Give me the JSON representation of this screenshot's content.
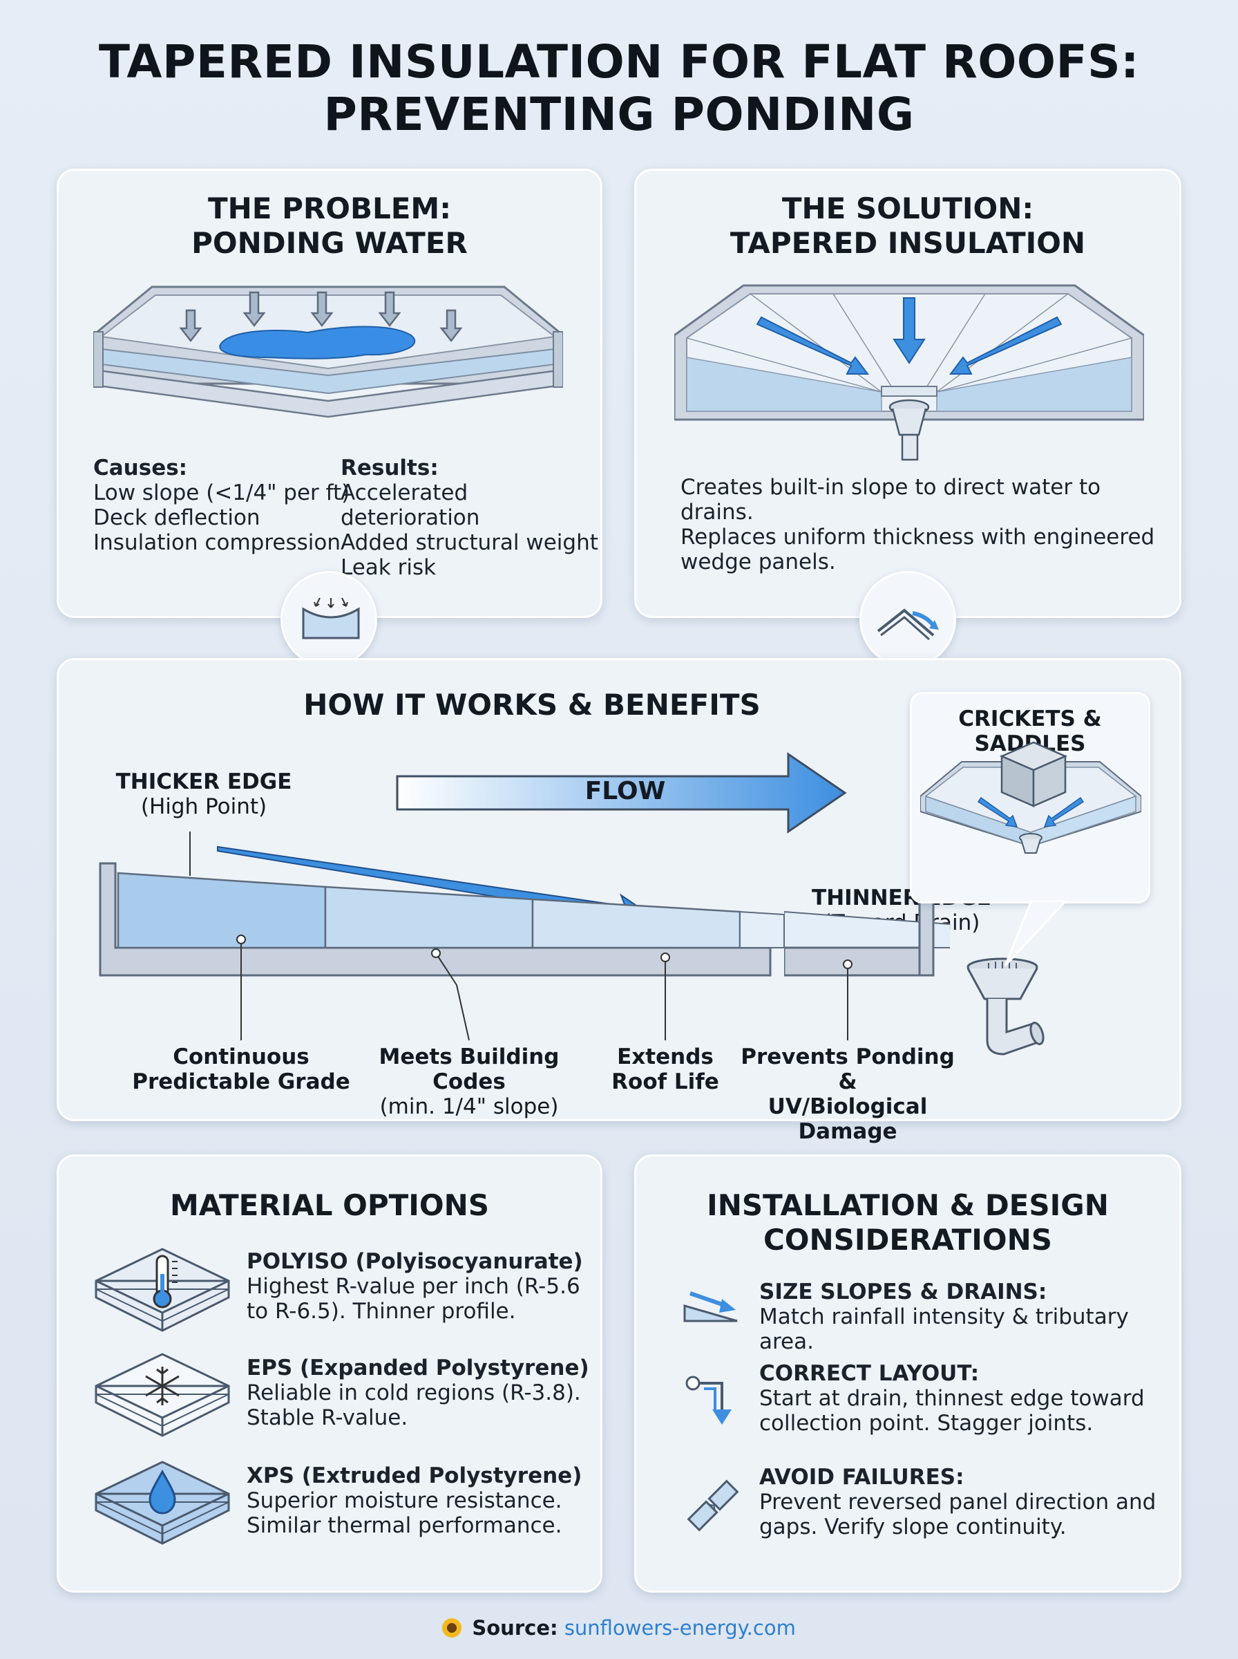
{
  "title": {
    "line1": "TAPERED INSULATION FOR FLAT ROOFS:",
    "line2": "PREVENTING PONDING"
  },
  "problem": {
    "title1": "THE PROBLEM:",
    "title2": "PONDING WATER",
    "causes_heading": "Causes:",
    "causes": [
      "Low slope (<1/4\" per ft)",
      "Deck deflection",
      "Insulation compression"
    ],
    "results_heading": "Results:",
    "results": [
      "Accelerated deterioration",
      "Added structural weight",
      "Leak risk"
    ]
  },
  "solution": {
    "title1": "THE SOLUTION:",
    "title2": "TAPERED INSULATION",
    "desc": [
      "Creates built-in slope to direct water to drains.",
      "Replaces uniform thickness with engineered",
      "wedge panels."
    ]
  },
  "how": {
    "title": "HOW IT WORKS & BENEFITS",
    "flow_label": "FLOW",
    "thicker_label": "THICKER EDGE",
    "thicker_sub": "(High Point)",
    "thinner_label": "THINNER EDGE",
    "thinner_sub": "(Toward Drain)",
    "crickets_title": "CRICKETS & SADDLES",
    "benefits": [
      {
        "l1": "Continuous",
        "l2": "Predictable Grade"
      },
      {
        "l1": "Meets Building Codes",
        "l2": "(min. 1/4\" slope)"
      },
      {
        "l1": "Extends",
        "l2": "Roof Life"
      },
      {
        "l1": "Prevents Ponding &",
        "l2": "UV/Biological Damage"
      }
    ]
  },
  "materials": {
    "title": "MATERIAL OPTIONS",
    "items": [
      {
        "name": "POLYISO (Polyisocyanurate)",
        "d1": "Highest R-value per inch (R-5.6",
        "d2": "to R-6.5). Thinner profile.",
        "icon": "thermometer-icon"
      },
      {
        "name": "EPS (Expanded Polystyrene)",
        "d1": "Reliable in cold regions (R-3.8).",
        "d2": "Stable R-value.",
        "icon": "snowflake-icon"
      },
      {
        "name": "XPS (Extruded Polystyrene)",
        "d1": "Superior moisture resistance.",
        "d2": "Similar thermal performance.",
        "icon": "water-drop-icon"
      }
    ]
  },
  "install": {
    "title1": "INSTALLATION & DESIGN",
    "title2": "CONSIDERATIONS",
    "items": [
      {
        "head": "SIZE SLOPES & DRAINS:",
        "d1": "Match rainfall intensity & tributary area.",
        "d2": ""
      },
      {
        "head": "CORRECT LAYOUT:",
        "d1": "Start at drain, thinnest edge toward",
        "d2": "collection point. Stagger joints."
      },
      {
        "head": "AVOID FAILURES:",
        "d1": "Prevent reversed panel direction and",
        "d2": "gaps. Verify slope continuity."
      }
    ]
  },
  "source": {
    "label": "Source:",
    "link": "sunflowers-energy.com"
  },
  "colors": {
    "accent": "#3d8fe0",
    "water": "#3a8de4",
    "panel": "#b9d3ec",
    "deck": "#c8d1dd"
  }
}
